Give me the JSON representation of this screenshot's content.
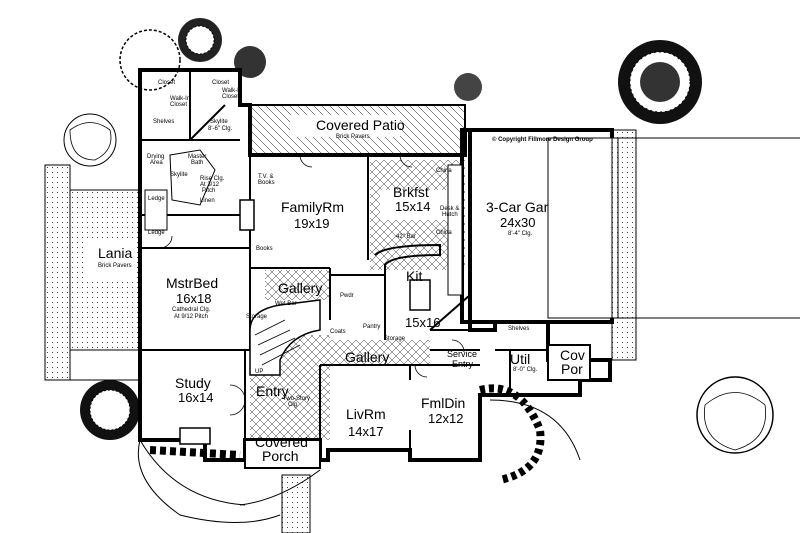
{
  "copyright": "© Copyright Fillmore Design Group",
  "rooms": {
    "covered_patio": {
      "name": "Covered Patio",
      "note": "Brick Pavers"
    },
    "family": {
      "name": "FamilyRm",
      "dim": "19x19"
    },
    "brkfst": {
      "name": "Brkfst",
      "dim": "15x14"
    },
    "garage": {
      "name": "3-Car Gar",
      "dim": "24x30",
      "note": "8'-4\" Clg."
    },
    "lania": {
      "name": "Lania",
      "note": "Brick Pavers"
    },
    "mstrbed": {
      "name": "MstrBed",
      "dim": "16x18",
      "note1": "Cathedral Clg.",
      "note2": "At 9/12 Pitch"
    },
    "gallery_upper": {
      "name": "Gallery"
    },
    "kit": {
      "name": "Kit",
      "dim": "15x16"
    },
    "gallery_lower": {
      "name": "Gallery"
    },
    "study": {
      "name": "Study",
      "dim": "16x14"
    },
    "entry": {
      "name": "Entry",
      "note1": "Two-Story",
      "note2": "Clg."
    },
    "livrm": {
      "name": "LivRm",
      "dim": "14x17"
    },
    "fmldin": {
      "name": "FmlDin",
      "dim": "12x12"
    },
    "covered_porch": {
      "name": "Covered",
      "name2": "Porch"
    },
    "util": {
      "name": "Util",
      "note": "8'-0\" Clg."
    },
    "cov_por": {
      "name": "Cov",
      "name2": "Por"
    },
    "service_entry": {
      "name": "Service",
      "name2": "Entry"
    }
  },
  "labels": {
    "closet_l": "Closet",
    "closet_r": "Closet",
    "walkin_l": "Walk-In",
    "walkin_l2": "Closet",
    "walkin_r": "Walk-In",
    "walkin_r2": "Closet",
    "shelves_top": "Shelves",
    "skylite_top": "Skylite",
    "drying_area": "Drying",
    "drying_area2": "Area",
    "skylite_bath": "Skylite",
    "master_bath": "Master",
    "master_bath2": "Bath",
    "rise_clg": "Rise Clg.",
    "rise_clg2": "At 3/12",
    "rise_clg3": "Pitch",
    "linen": "Linen",
    "ledge": "Ledge",
    "ledge2": "Ledge",
    "clg_top": "8'-6\" Clg.",
    "tv_books": "T.V. &",
    "tv_books2": "Books",
    "books": "Books",
    "wet_bar": "Wet Bar",
    "storage": "Storage",
    "pwdr": "Pwdr",
    "coats": "Coats",
    "pantry": "Pantry",
    "storage2": "Storage",
    "bar42": "42\" Bar",
    "china": "China",
    "desk_hutch": "Desk &",
    "desk_hutch2": "Hutch",
    "china2": "China",
    "shelves_util": "Shelves",
    "up": "UP"
  }
}
